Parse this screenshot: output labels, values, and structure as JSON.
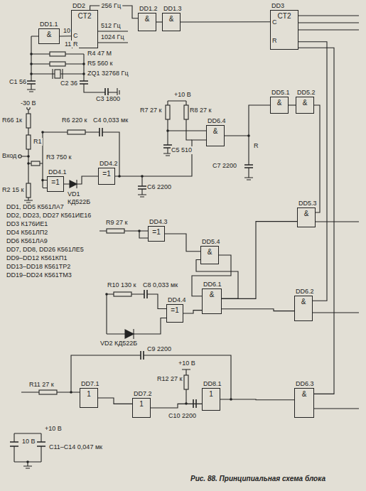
{
  "diagram": {
    "caption": "Рис. 88. Принципиальная схема блока",
    "nodes": [
      {
        "text": [
          "DD1.1",
          "&"
        ]
      },
      {
        "text": [
          "DD2",
          "CT2"
        ]
      },
      {
        "text": [
          "DD1.2",
          "&"
        ]
      },
      {
        "text": [
          "DD1.3",
          "&"
        ]
      },
      {
        "text": [
          "DD3",
          "CT2"
        ]
      },
      {
        "text": [
          "DD4.1",
          "=1"
        ]
      },
      {
        "text": [
          "DD4.2",
          "=1"
        ]
      },
      {
        "text": [
          "DD6.4",
          "&"
        ]
      },
      {
        "text": [
          "DD5.1",
          "&"
        ]
      },
      {
        "text": [
          "DD5.2",
          "&"
        ]
      },
      {
        "text": [
          "DD4.3",
          "=1"
        ]
      },
      {
        "text": [
          "DD5.3",
          "&"
        ]
      },
      {
        "text": [
          "DD5.4",
          "&"
        ]
      },
      {
        "text": [
          "DD4.4",
          "=1"
        ]
      },
      {
        "text": [
          "DD6.1",
          "&"
        ]
      },
      {
        "text": [
          "DD6.2",
          "&"
        ]
      },
      {
        "text": [
          "DD7.1",
          "1"
        ]
      },
      {
        "text": [
          "DD7.2",
          "1"
        ]
      },
      {
        "text": [
          "DD8.1",
          "1"
        ]
      },
      {
        "text": [
          "DD6.3",
          "&"
        ]
      }
    ],
    "edges": [
      {
        "from": 0,
        "to": 1,
        "arrow": "none"
      },
      {
        "from": 1,
        "to": 2,
        "arrow": "none",
        "label": "256 Гц"
      },
      {
        "from": 2,
        "to": 3,
        "arrow": "none"
      },
      {
        "from": 3,
        "to": 4,
        "arrow": "none"
      },
      {
        "from": 4,
        "to": 15,
        "arrow": "none"
      },
      {
        "from": 4,
        "to": 19,
        "arrow": "none"
      },
      {
        "from": 5,
        "to": 6,
        "arrow": "none"
      },
      {
        "from": 6,
        "to": 7,
        "arrow": "none"
      },
      {
        "from": 7,
        "to": 8,
        "arrow": "none"
      },
      {
        "from": 8,
        "to": 9,
        "arrow": "none"
      },
      {
        "from": 9,
        "to": 11,
        "arrow": "none"
      },
      {
        "from": 10,
        "to": 12,
        "arrow": "none"
      },
      {
        "from": 12,
        "to": 14,
        "arrow": "none"
      },
      {
        "from": 14,
        "to": 12,
        "arrow": "none"
      },
      {
        "from": 14,
        "to": 11,
        "arrow": "none"
      },
      {
        "from": 14,
        "to": 15,
        "arrow": "none"
      },
      {
        "from": 13,
        "to": 14,
        "arrow": "none"
      },
      {
        "from": 16,
        "to": 17,
        "arrow": "none"
      },
      {
        "from": 17,
        "to": 18,
        "arrow": "none"
      },
      {
        "from": 18,
        "to": 19,
        "arrow": "none"
      }
    ],
    "labels": [
      "10",
      "C",
      "11",
      "R",
      "512 Гц",
      "1024 Гц",
      "C",
      "R",
      "R4 47 М",
      "R5 560 к",
      "ZQ1 32768 Гц",
      "C1 56",
      "C2 36",
      "C3 1800",
      "-30 В",
      "R66 1к",
      "R1",
      "Вход",
      "R3 750 к",
      "R2 15 к",
      "R6 220 к",
      "C4 0,033 мк",
      "R7 27 к",
      "R8 27 к",
      "+10 В",
      "C5 510",
      "C6 2200",
      "C7 2200",
      "R",
      "VD1 КД522Б",
      "R9 27 к",
      "DD1, DD5 К561ЛА7",
      "DD2, DD23, DD27 К561ИЕ16",
      "DD3 К176ИЕ1",
      "DD4 К561ЛП2",
      "DD6 К561ЛА9",
      "DD7, DD8, DD26 К561ЛЕ5",
      "DD9–DD12 К561КП1",
      "DD13–DD18 К561ТР2",
      "DD19–DD24 К561ТМ3",
      "R10 130 к",
      "C8 0,033 мк",
      "VD2 КД522Б",
      "C9 2200",
      "R11 27 к",
      "+10 В",
      "R12 27 к",
      "C10 2200",
      "+10 В",
      "10 В",
      "C11–C14 0,047 мк"
    ]
  }
}
